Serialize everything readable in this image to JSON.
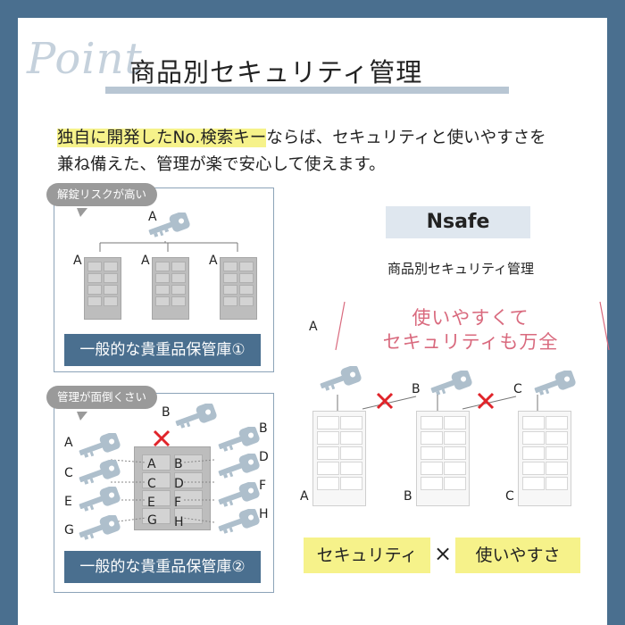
{
  "header": {
    "script_word": "Point",
    "title": "商品別セキュリティ管理"
  },
  "intro": {
    "highlight": "独自に開発したNo.検索キー",
    "rest_line1": "ならば、セキュリティと使いやすさを",
    "line2": "兼ね備えた、管理が楽で安心して使えます。"
  },
  "panel1": {
    "bubble": "解錠リスクが高い",
    "key_label": "A",
    "cabinet_labels": [
      "A",
      "A",
      "A"
    ],
    "caption": "一般的な貴重品保管庫①"
  },
  "panel2": {
    "bubble": "管理が面倒くさい",
    "top_key_label": "B",
    "left_key_labels": [
      "A",
      "C",
      "E",
      "G"
    ],
    "right_key_labels": [
      "B",
      "D",
      "F",
      "H"
    ],
    "cabinet_labels": [
      "A",
      "B",
      "C",
      "D",
      "E",
      "F",
      "G",
      "H"
    ],
    "caption": "一般的な貴重品保管庫②"
  },
  "nsafe": {
    "tag": "Nsafe",
    "subtitle": "商品別セキュリティ管理",
    "pink_line1": "使いやすくて",
    "pink_line2": "セキュリティも万全",
    "key_labels": [
      "A",
      "B",
      "C"
    ],
    "cabinet_labels": [
      "A",
      "B",
      "C"
    ],
    "box_left": "セキュリティ",
    "times": "×",
    "box_right": "使いやすさ"
  },
  "colors": {
    "frame": "#4a6f8f",
    "highlight": "#f6f28a",
    "pink": "#d96a7e",
    "cross_red": "#e0242a"
  }
}
